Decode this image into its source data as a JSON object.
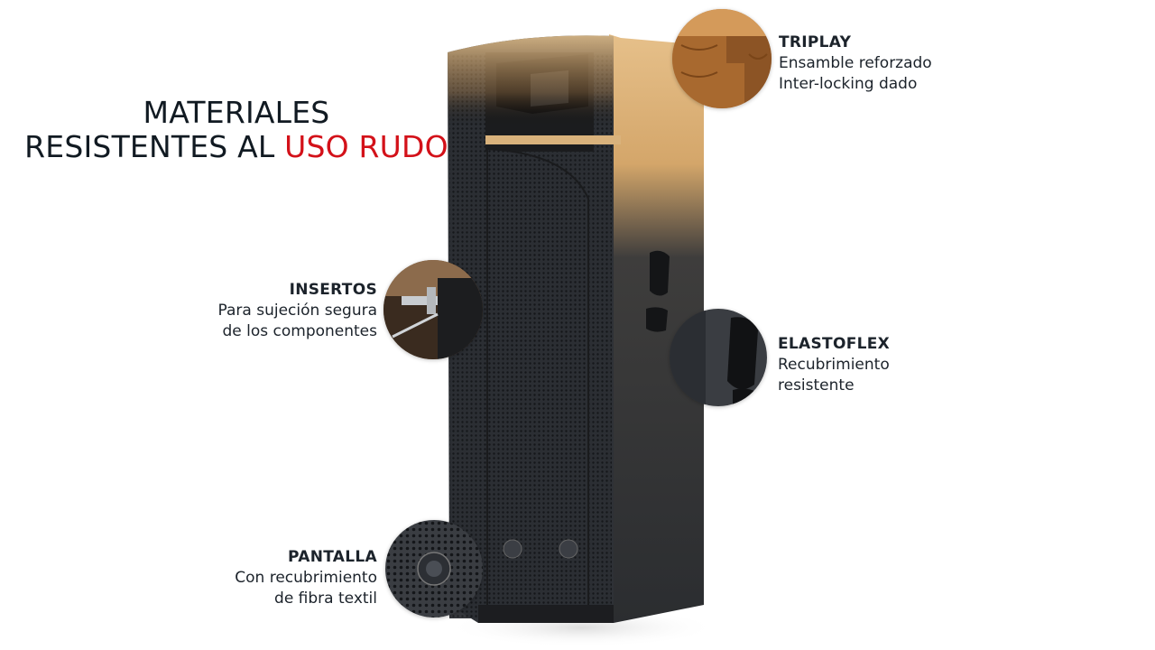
{
  "headline": {
    "line1": "MATERIALES",
    "line2_prefix": "RESISTENTES AL ",
    "line2_accent": "USO RUDO"
  },
  "colors": {
    "accent": "#d31119",
    "text": "#1c232b"
  },
  "callouts": {
    "triplay": {
      "title": "TRIPLAY",
      "line1": "Ensamble reforzado",
      "line2": "Inter-locking dado"
    },
    "insertos": {
      "title": "INSERTOS",
      "line1": "Para sujeción segura",
      "line2": "de los componentes"
    },
    "elastoflex": {
      "title": "ELASTOFLEX",
      "line1": "Recubrimiento",
      "line2": "resistente"
    },
    "pantalla": {
      "title": "PANTALLA",
      "line1": "Con recubrimiento",
      "line2": "de fibra textil"
    }
  }
}
